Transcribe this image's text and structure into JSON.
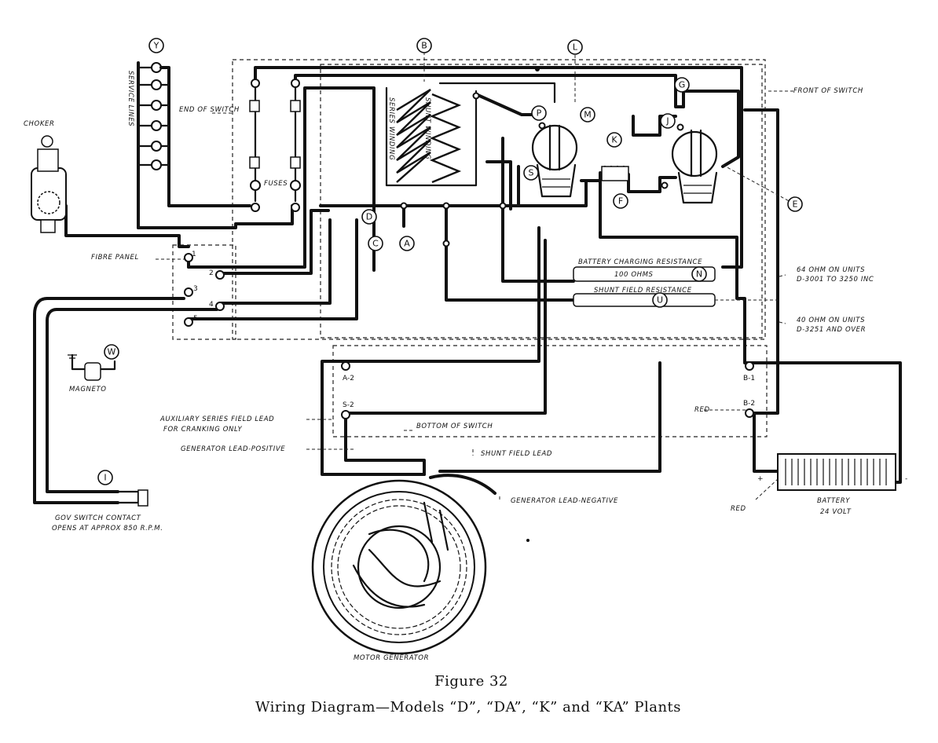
{
  "markers": {
    "Y": "Y",
    "B": "B",
    "L": "L",
    "G": "G",
    "P": "P",
    "M": "M",
    "J": "J",
    "K": "K",
    "S": "S",
    "F": "F",
    "E": "E",
    "D": "D",
    "C": "C",
    "A": "A",
    "N": "N",
    "U": "U",
    "W": "W",
    "I": "I"
  },
  "labels": {
    "service_lines": "SERVICE LINES",
    "end_of_switch": "END OF SWITCH",
    "choker": "CHOKER",
    "fuses": "FUSES",
    "fibre_panel": "FIBRE PANEL",
    "series_winding": "SERIES WINDING",
    "shunt_winding": "SHUNT WINDING",
    "front_of_switch": "FRONT OF SWITCH",
    "battery_charging_resistance": "BATTERY CHARGING RESISTANCE",
    "resistance_value": "100 OHMS",
    "shunt_field_resistance": "SHUNT FIELD RESISTANCE",
    "ohm_note_1_line1": "64 OHM ON UNITS",
    "ohm_note_1_line2": "D-3001 TO 3250 INC",
    "ohm_note_2_line1": "40 OHM ON UNITS",
    "ohm_note_2_line2": "D-3251 AND OVER",
    "magneto": "MAGNETO",
    "aux_series_field_line1": "AUXILIARY SERIES FIELD LEAD",
    "aux_series_field_line2": "FOR CRANKING ONLY",
    "bottom_of_switch": "BOTTOM OF SWITCH",
    "generator_lead_positive": "GENERATOR LEAD-POSITIVE",
    "shunt_field_lead": "SHUNT FIELD LEAD",
    "generator_lead_negative": "GENERATOR LEAD-NEGATIVE",
    "red_1": "RED",
    "red_2": "RED",
    "battery": "BATTERY",
    "battery_voltage": "24 VOLT",
    "gov_switch_line1": "GOV SWITCH CONTACT",
    "gov_switch_line2": "OPENS AT APPROX 850 R.P.M.",
    "motor_generator": "MOTOR GENERATOR",
    "plus": "+",
    "minus": "-"
  },
  "terminals": {
    "t1": "1",
    "t2": "2",
    "t3": "3",
    "t4": "4",
    "t5": "5",
    "a2": "A-2",
    "s2": "S-2",
    "b1": "B-1",
    "b2": "B-2"
  },
  "caption": {
    "figure": "Figure 32",
    "title": "Wiring Diagram—Models “D”, “DA”, “K” and “KA” Plants"
  }
}
